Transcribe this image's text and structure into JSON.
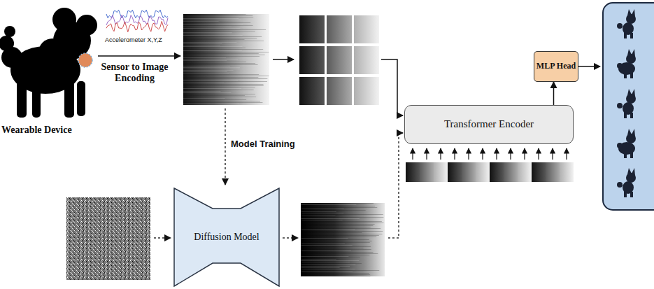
{
  "diagram": {
    "nodes": [
      {
        "text": [
          "MLP Head"
        ]
      },
      {
        "text": [
          "Transformer Encoder"
        ]
      },
      {
        "text": [
          "Diffusion Model"
        ]
      }
    ],
    "edges": [
      {
        "from": 1,
        "to": 0,
        "arrow": "to"
      }
    ],
    "labels": [
      "Accelerometer X,Y,Z",
      "Sensor to Image Encoding",
      "Wearable Device",
      "Model Training"
    ]
  }
}
